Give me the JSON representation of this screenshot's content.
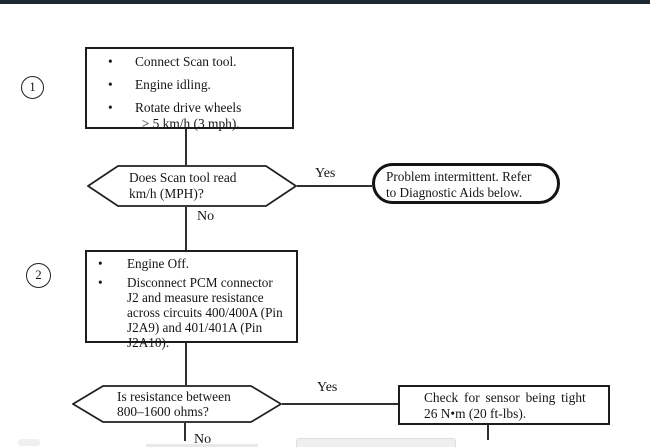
{
  "colors": {
    "top_bar": "#1e2833",
    "line": "#2f2f2f",
    "background": "#ffffff"
  },
  "glyphs": {
    "bullet": "•"
  },
  "flowchart": {
    "step1": {
      "number": "1",
      "bullets": [
        "Connect Scan tool.",
        "Engine idling.",
        "Rotate drive wheels\n  > 5 km/h (3 mph)."
      ]
    },
    "decision1": {
      "question": "Does Scan tool read\nkm/h (MPH)?",
      "yes_label": "Yes",
      "no_label": "No"
    },
    "terminal1": {
      "text": "Problem intermittent. Refer\nto Diagnostic Aids below."
    },
    "step2": {
      "number": "2",
      "bullets": [
        "Engine Off.",
        "Disconnect PCM connector\nJ2 and measure resistance\nacross circuits 400/400A (Pin\nJ2A9) and 401/401A (Pin\nJ2A10)."
      ]
    },
    "decision2": {
      "question": "Is resistance between\n800–1600 ohms?",
      "yes_label": "Yes",
      "no_label": "No"
    },
    "action1": {
      "line1": "Check for sensor being tight",
      "line2": "26 N•m (20 ft-lbs)."
    }
  }
}
